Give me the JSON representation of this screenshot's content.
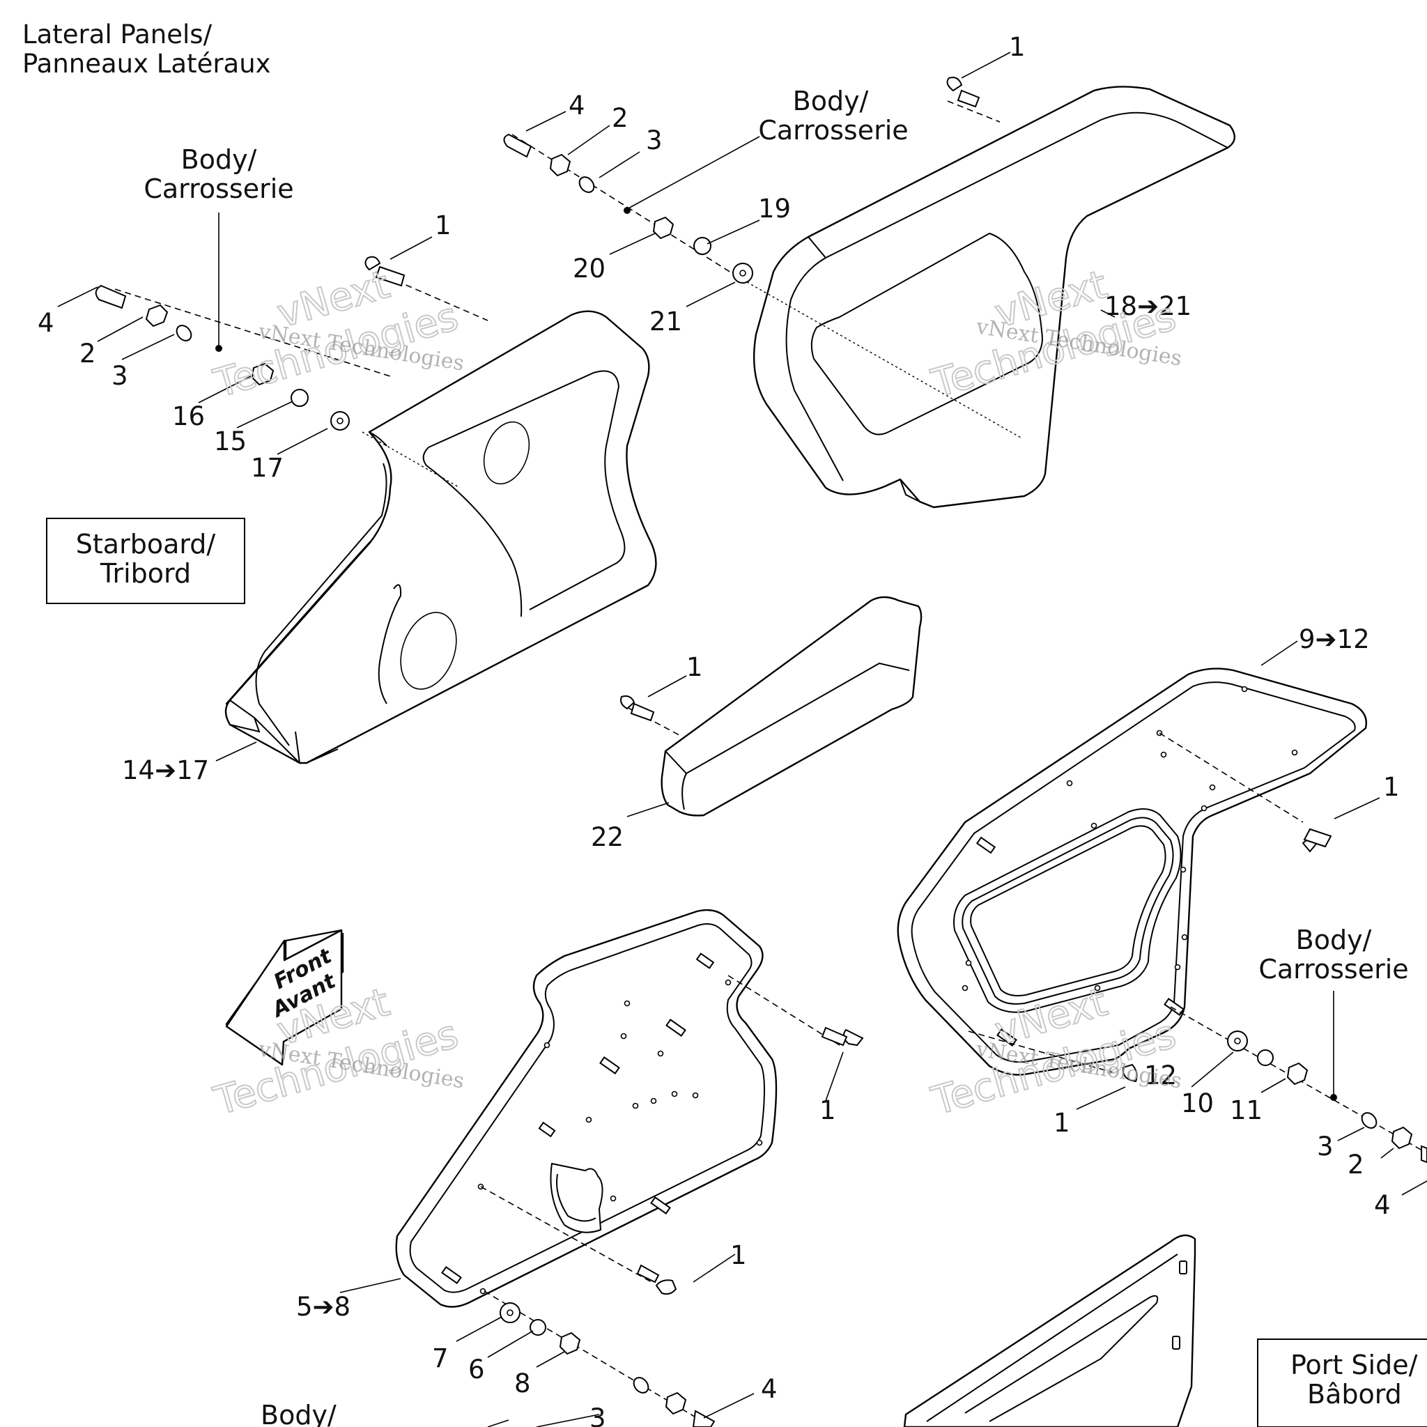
{
  "title": [
    "Lateral Panels/",
    "Panneaux Latéraux"
  ],
  "body_ref": [
    "Body/",
    "Carrosserie"
  ],
  "starboard": [
    "Starboard/",
    "Tribord"
  ],
  "port": [
    "Port Side/",
    "Bâbord"
  ],
  "front_arrow": [
    "Front",
    "Avant"
  ],
  "watermark": [
    "vNext Technologies",
    "vNext",
    "Technologies"
  ],
  "callouts": {
    "c1": "1",
    "c2": "2",
    "c3": "3",
    "c4": "4",
    "c6": "6",
    "c7": "7",
    "c8": "8",
    "c10": "10",
    "c11": "11",
    "c12": "12",
    "c15": "15",
    "c16": "16",
    "c17": "17",
    "c19": "19",
    "c20": "20",
    "c21": "21",
    "c22": "22",
    "r5_8": "5➔8",
    "r9_12": "9➔12",
    "r14_17": "14➔17",
    "r18_21": "18➔21"
  }
}
